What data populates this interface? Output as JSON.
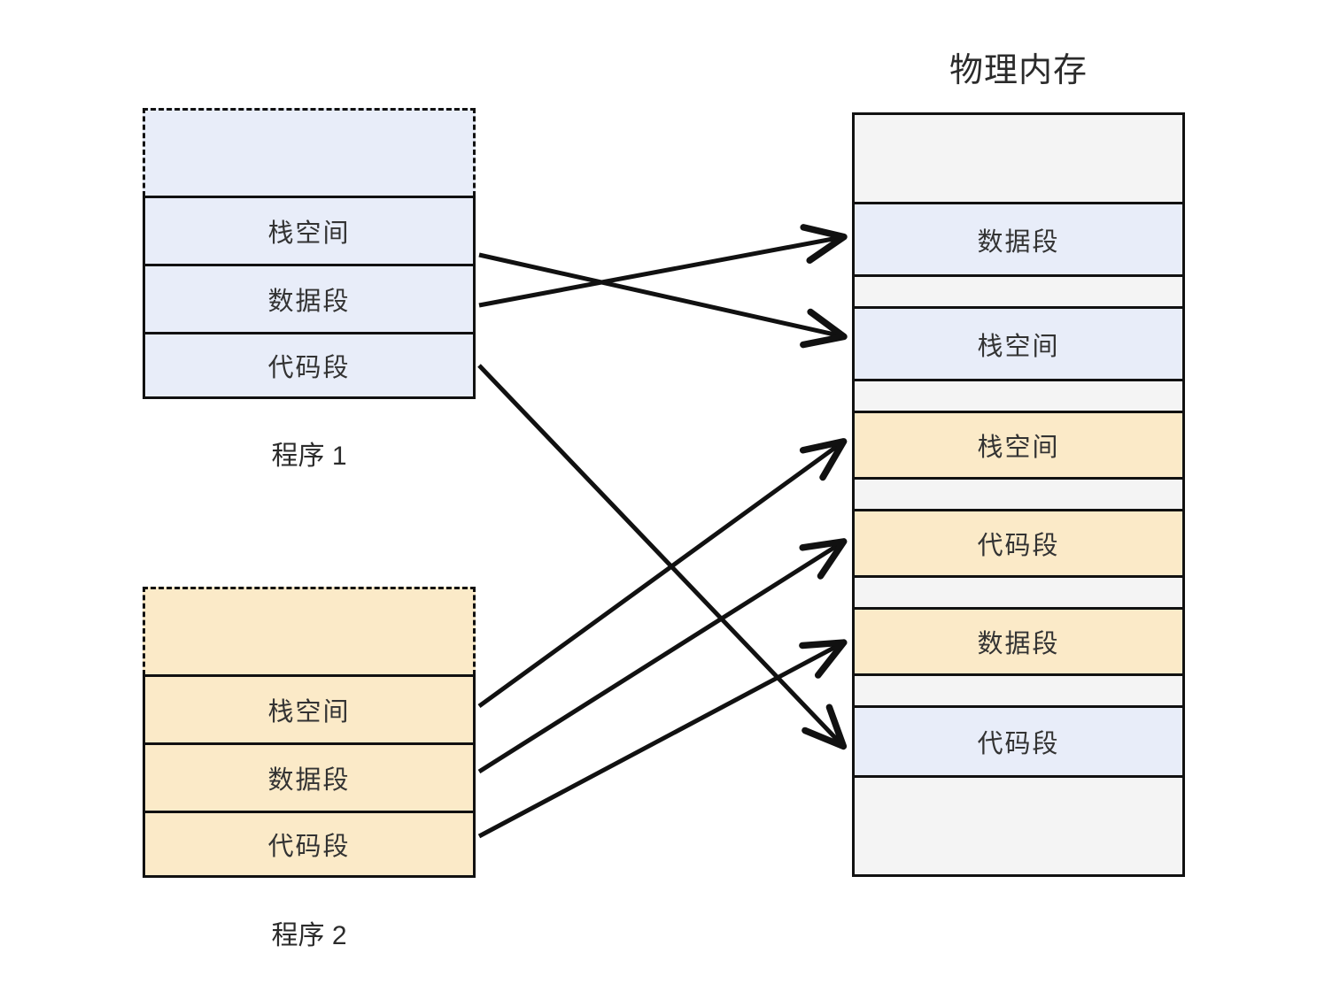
{
  "colors": {
    "program1_fill": "#e8edf9",
    "program2_fill": "#fbeac8",
    "empty_fill": "#f4f4f4",
    "stroke": "#111111",
    "text": "#333333",
    "background": "#ffffff"
  },
  "memory_panel": {
    "title": "物理内存",
    "rows": [
      {
        "label": "",
        "fill": "empty",
        "owner": "none"
      },
      {
        "label": "数据段",
        "fill": "blue",
        "owner": "program1"
      },
      {
        "label": "",
        "fill": "empty",
        "owner": "none"
      },
      {
        "label": "栈空间",
        "fill": "blue",
        "owner": "program1"
      },
      {
        "label": "",
        "fill": "empty",
        "owner": "none"
      },
      {
        "label": "栈空间",
        "fill": "cream",
        "owner": "program2"
      },
      {
        "label": "",
        "fill": "empty",
        "owner": "none"
      },
      {
        "label": "代码段",
        "fill": "cream",
        "owner": "program2"
      },
      {
        "label": "",
        "fill": "empty",
        "owner": "none"
      },
      {
        "label": "数据段",
        "fill": "cream",
        "owner": "program2"
      },
      {
        "label": "",
        "fill": "empty",
        "owner": "none"
      },
      {
        "label": "代码段",
        "fill": "blue",
        "owner": "program1"
      },
      {
        "label": "",
        "fill": "empty",
        "owner": "none"
      }
    ]
  },
  "programs": [
    {
      "id": "program1",
      "caption": "程序 1",
      "fill": "blue",
      "reserved_label": "",
      "segments": [
        {
          "label": "栈空间"
        },
        {
          "label": "数据段"
        },
        {
          "label": "代码段"
        }
      ]
    },
    {
      "id": "program2",
      "caption": "程序 2",
      "fill": "cream",
      "reserved_label": "",
      "segments": [
        {
          "label": "栈空间"
        },
        {
          "label": "数据段"
        },
        {
          "label": "代码段"
        }
      ]
    }
  ],
  "mappings": [
    {
      "from": "program1.栈空间",
      "to": "memory.栈空间(blue)"
    },
    {
      "from": "program1.数据段",
      "to": "memory.数据段(blue)"
    },
    {
      "from": "program1.代码段",
      "to": "memory.代码段(blue)"
    },
    {
      "from": "program2.栈空间",
      "to": "memory.栈空间(cream)"
    },
    {
      "from": "program2.数据段",
      "to": "memory.代码段(cream)"
    },
    {
      "from": "program2.代码段",
      "to": "memory.数据段(cream)"
    }
  ]
}
